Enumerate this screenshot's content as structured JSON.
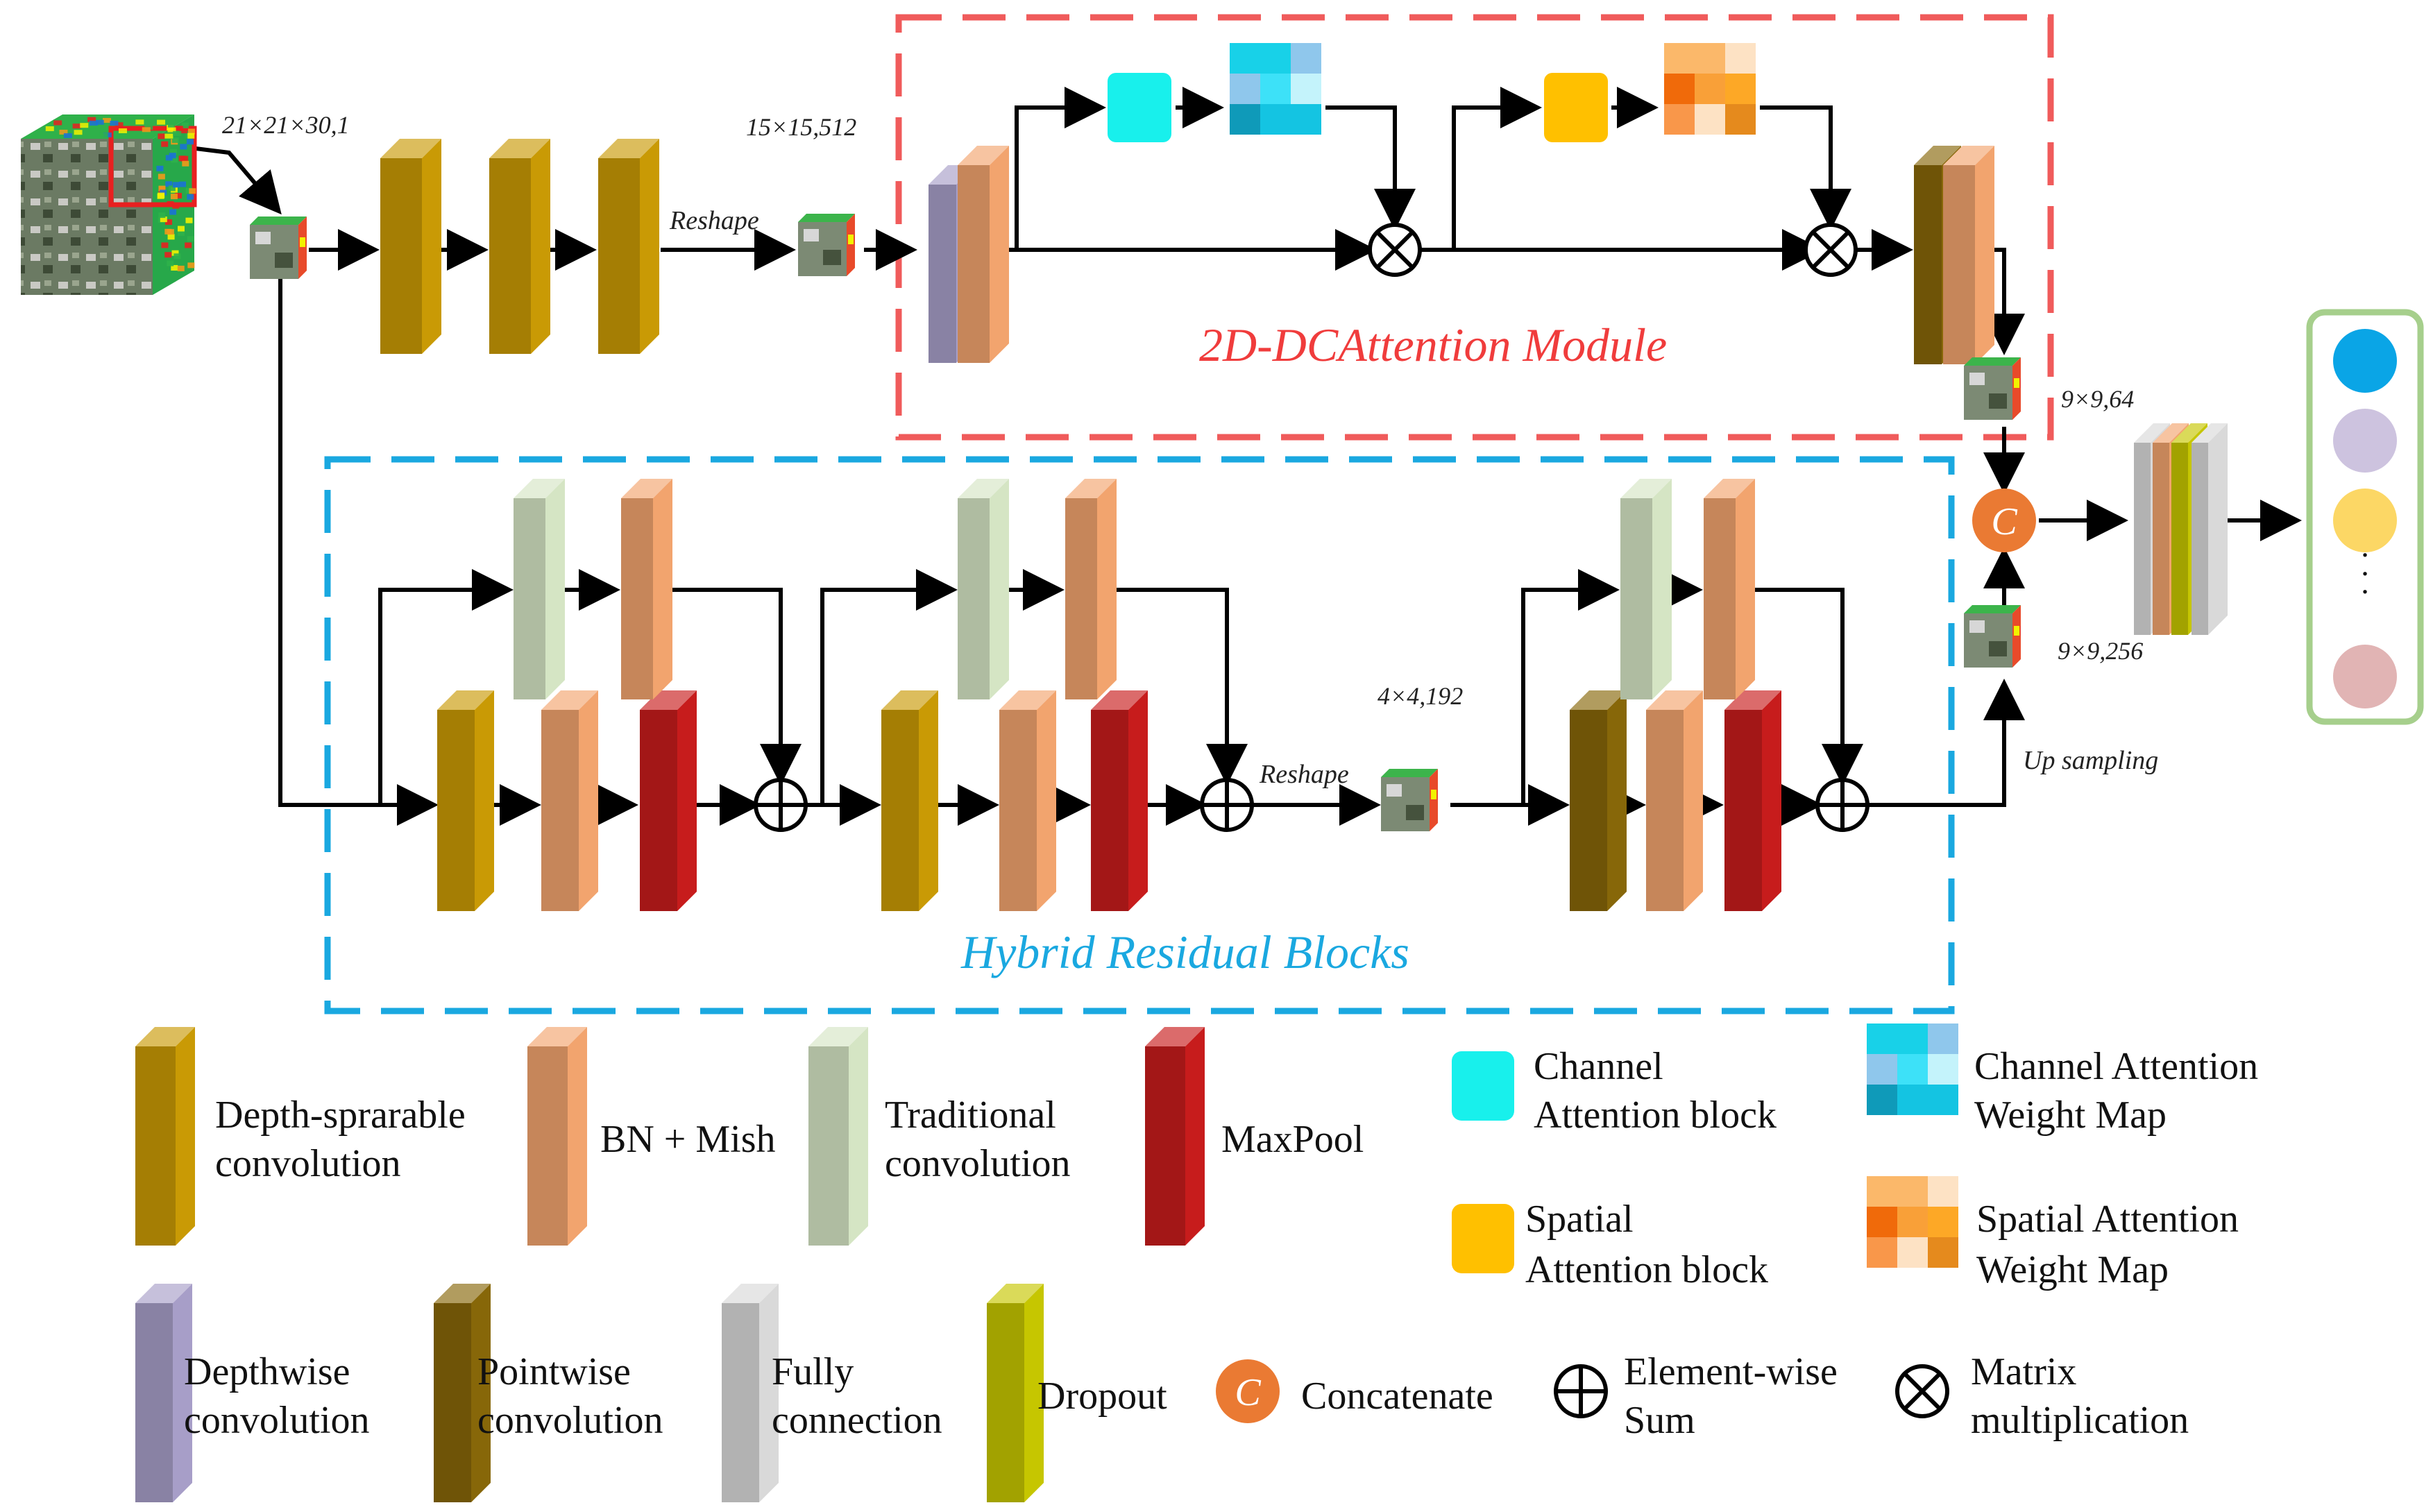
{
  "colors": {
    "depthwise_separable": "#c99a05",
    "bn_mish": "#f2a46e",
    "traditional_conv": "#d5e5c4",
    "maxpool": "#c71c1c",
    "depthwise": "#a79ec8",
    "pointwise": "#876709",
    "fully_connection": "#d9d9d9",
    "dropout": "#c6c600",
    "concat": "#ea7a33",
    "attention_box": "#f05b5b",
    "residual_box": "#1aa8e0",
    "channel_block": "#18f0ec",
    "spatial_block": "#ffc000",
    "output_box": "#a6cf8c",
    "output_dots": [
      "#0aa5e6",
      "#cdc3df",
      "#fcd765",
      "#e1b4b4"
    ]
  },
  "labels": {
    "input_size": "21×21×30,1",
    "reshape_top": "Reshape",
    "size_15": "15×15,512",
    "attention_title": "2D-DCAttention Module",
    "size_9_64": "9×9,64",
    "size_9_256": "9×9,256",
    "up_sampling": "Up sampling",
    "size_4": "4×4,192",
    "reshape_bottom": "Reshape",
    "residual_title": "Hybrid Residual Blocks",
    "concat_letter": "C",
    "dots": "·"
  },
  "legend": {
    "depthwise_separable": [
      "Depth-sprarable",
      "convolution"
    ],
    "bn_mish": [
      "BN + Mish"
    ],
    "traditional_conv": [
      "Traditional",
      "convolution"
    ],
    "maxpool": [
      "MaxPool"
    ],
    "channel_block": [
      "Channel",
      "Attention block"
    ],
    "channel_weight": [
      "Channel Attention",
      "Weight Map"
    ],
    "spatial_block": [
      "Spatial",
      "Attention block"
    ],
    "spatial_weight": [
      "Spatial Attention",
      "Weight Map"
    ],
    "depthwise": [
      "Depthwise",
      "convolution"
    ],
    "pointwise": [
      "Pointwise",
      "convolution"
    ],
    "fully_connection": [
      "Fully",
      "connection"
    ],
    "dropout": [
      "Dropout"
    ],
    "concatenate": [
      "Concatenate"
    ],
    "element_sum": [
      "Element-wise",
      "Sum"
    ],
    "matrix_mult": [
      "Matrix",
      "multiplication"
    ]
  }
}
